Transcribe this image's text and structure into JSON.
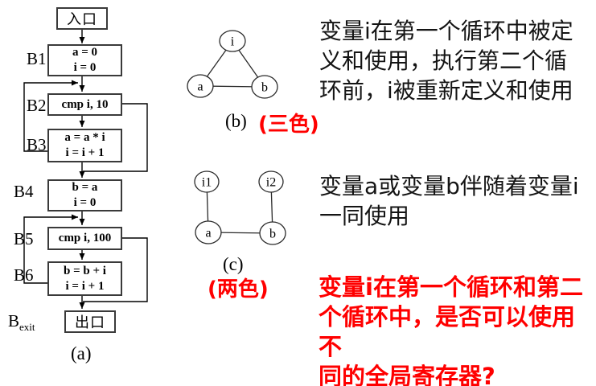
{
  "flowchart": {
    "caption": "(a)",
    "entry_label": "入口",
    "exit_label": "出口",
    "exit_block_label": {
      "main": "B",
      "sub": "exit"
    },
    "blocks": [
      {
        "id": "B1",
        "code": "a = 0\ni = 0"
      },
      {
        "id": "B2",
        "code": "cmp i, 10"
      },
      {
        "id": "B3",
        "code": "a = a * i\ni = i + 1"
      },
      {
        "id": "B4",
        "code": "b = a\ni = 0"
      },
      {
        "id": "B5",
        "code": "cmp i, 100"
      },
      {
        "id": "B6",
        "code": "b = b + i\ni = i + 1"
      }
    ]
  },
  "graph_b": {
    "caption": "(b)",
    "tag": "(三色)",
    "nodes": [
      "i",
      "a",
      "b"
    ],
    "edges": [
      "i-a",
      "i-b",
      "a-b"
    ]
  },
  "graph_c": {
    "caption": "(c)",
    "tag": "(两色)",
    "nodes": [
      "i1",
      "i2",
      "a",
      "b"
    ],
    "edges": [
      "i1-a",
      "i2-b",
      "a-b"
    ]
  },
  "notes": {
    "note1_lines": [
      "变量i在第一个循环中被定",
      "义和使用，执行第二个循",
      "环前，i被重新定义和使用"
    ],
    "note2_lines": [
      "变量a或变量b伴随着变量i",
      "一同使用"
    ],
    "question_lines": [
      "变量i在第一个循环和第二",
      "个循环中，是否可以使用不",
      "同的全局寄存器?"
    ]
  },
  "colors": {
    "accent_red": "#ff0000",
    "line": "#000000"
  }
}
